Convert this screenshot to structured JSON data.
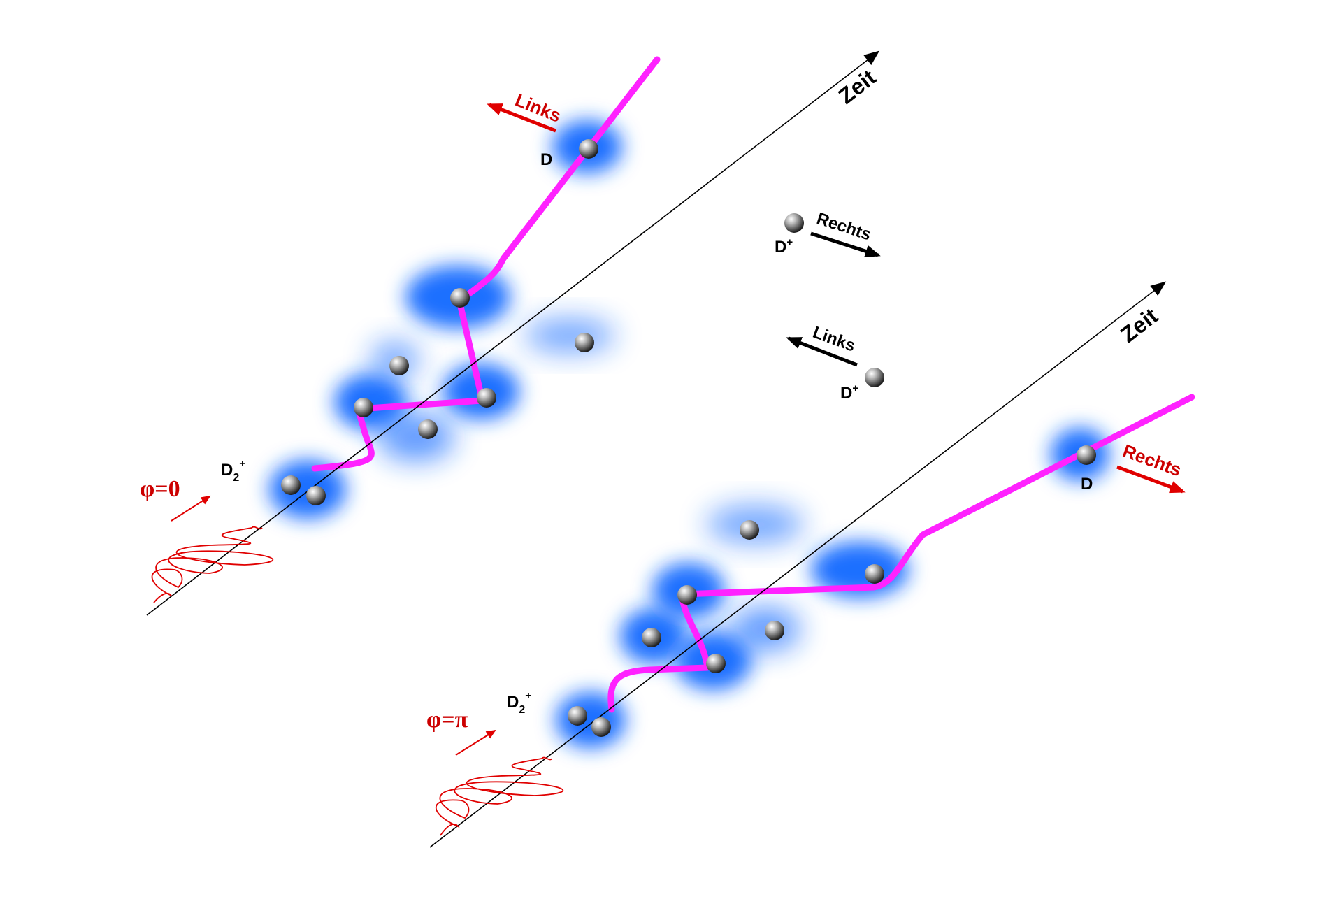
{
  "colors": {
    "cloud": "#1a6fff",
    "trajectory": "#ff22ff",
    "laser": "#e00000",
    "axis": "#000000",
    "label_red": "#cc0000",
    "label_black": "#000000"
  },
  "top_panel": {
    "time_label": "Zeit",
    "molecule_label": "D",
    "molecule_subscript": "2",
    "molecule_superscript": "+",
    "atom_label": "D",
    "direction_label": "Links",
    "phase_symbol": "φ",
    "phase_eq": "=",
    "phase_value": "0"
  },
  "bottom_panel": {
    "time_label": "Zeit",
    "molecule_label": "D",
    "molecule_subscript": "2",
    "molecule_superscript": "+",
    "atom_label": "D",
    "direction_label": "Rechts",
    "phase_symbol": "φ",
    "phase_eq": "=",
    "phase_value": "π"
  },
  "ions": {
    "upper": {
      "label": "D",
      "superscript": "+",
      "direction_label": "Rechts"
    },
    "lower": {
      "label": "D",
      "superscript": "+",
      "direction_label": "Links"
    }
  },
  "icons": [
    "time-axis-arrow",
    "laser-pulse-wave",
    "nucleus-sphere",
    "direction-arrow"
  ]
}
